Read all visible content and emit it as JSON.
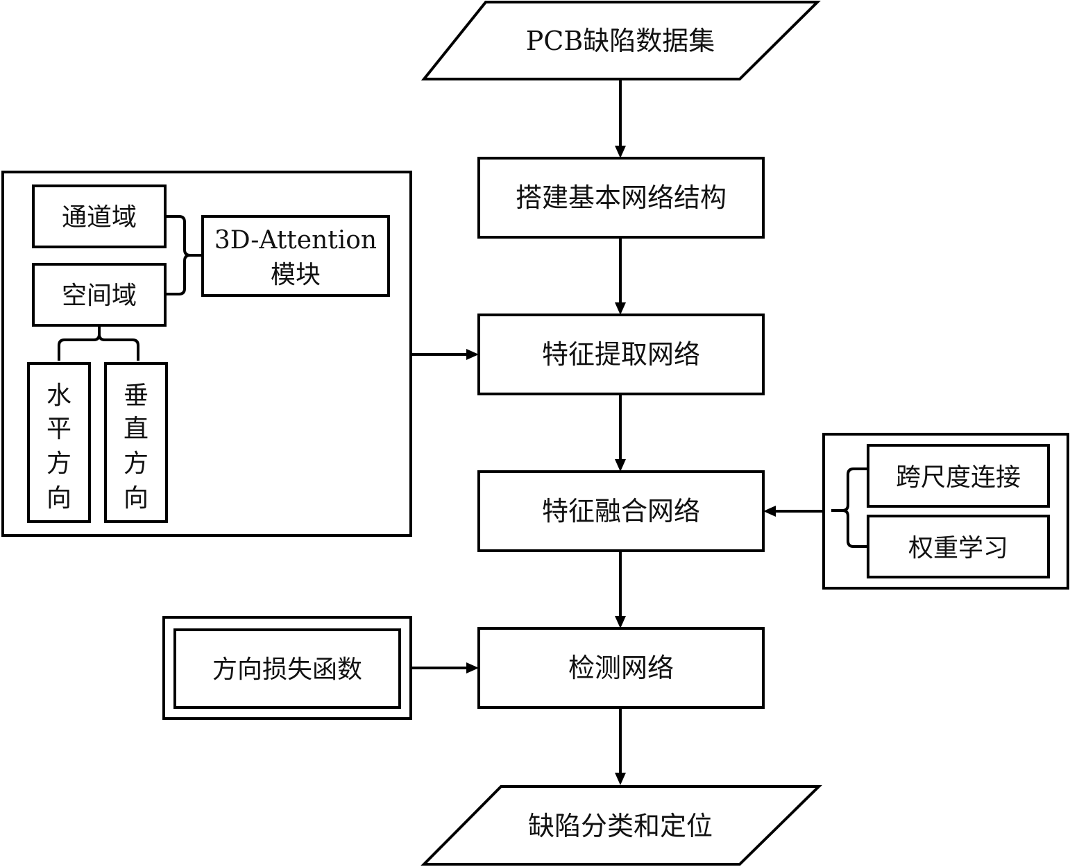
{
  "main_flow": {
    "input": "PCB缺陷数据集",
    "step1": "搭建基本网络结构",
    "step2": "特征提取网络",
    "step3": "特征融合网络",
    "step4": "检测网络",
    "output": "缺陷分类和定位"
  },
  "attention_group": {
    "channel_domain": "通道域",
    "spatial_domain": "空间域",
    "module_line1": "3D-Attention",
    "module_line2": "模块",
    "horizontal": [
      "水",
      "平",
      "方",
      "向"
    ],
    "vertical": [
      "垂",
      "直",
      "方",
      "向"
    ]
  },
  "fusion_group": {
    "cross_scale": "跨尺度连接",
    "weight_learning": "权重学习"
  },
  "loss_group": {
    "direction_loss": "方向损失函数"
  },
  "colors": {
    "stroke": "#000000",
    "background": "#ffffff"
  }
}
